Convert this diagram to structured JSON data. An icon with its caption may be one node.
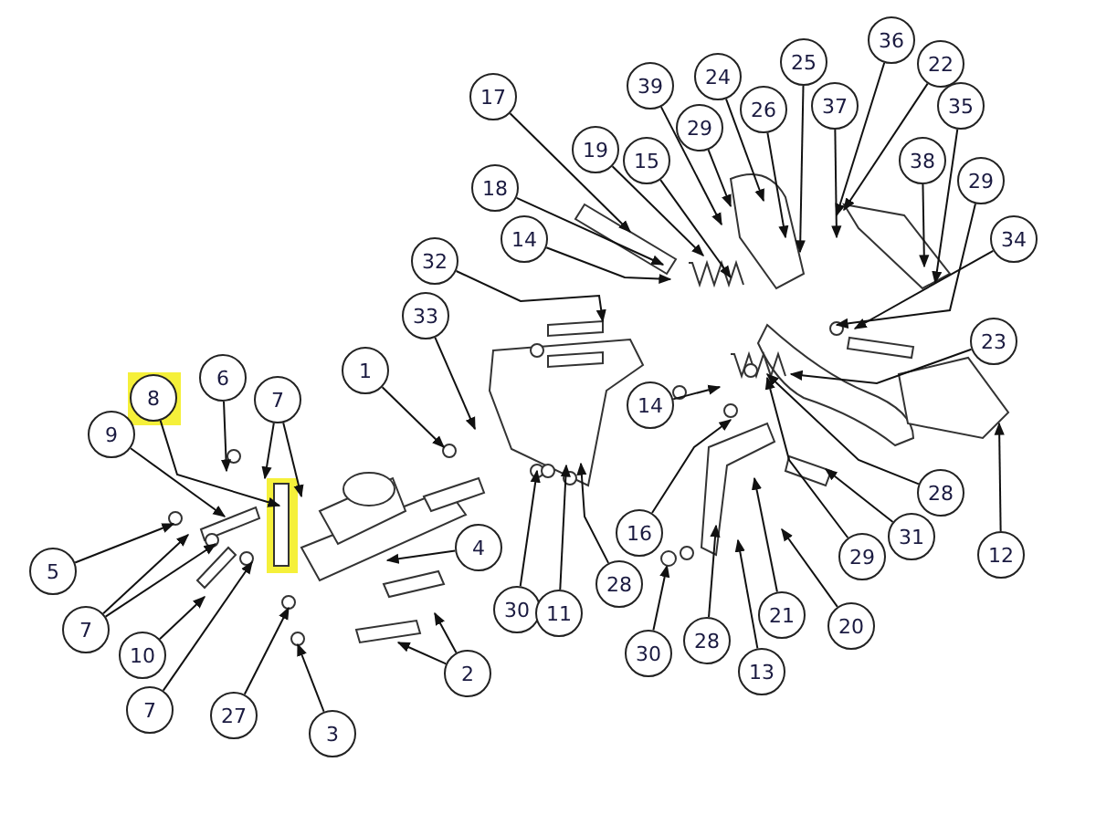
{
  "diagram": {
    "nodes": [
      {
        "text": [
          "17"
        ]
      },
      {
        "text": [
          "39"
        ]
      },
      {
        "text": [
          "24"
        ]
      },
      {
        "text": [
          "25"
        ]
      },
      {
        "text": [
          "36"
        ]
      },
      {
        "text": [
          "22"
        ]
      },
      {
        "text": [
          "35"
        ]
      },
      {
        "text": [
          "29"
        ]
      },
      {
        "text": [
          "26"
        ]
      },
      {
        "text": [
          "37"
        ]
      },
      {
        "text": [
          "19"
        ]
      },
      {
        "text": [
          "15"
        ]
      },
      {
        "text": [
          "38"
        ]
      },
      {
        "text": [
          "29"
        ]
      },
      {
        "text": [
          "18"
        ]
      },
      {
        "text": [
          "34"
        ]
      },
      {
        "text": [
          "14"
        ]
      },
      {
        "text": [
          "32"
        ]
      },
      {
        "text": [
          "23"
        ]
      },
      {
        "text": [
          "33"
        ]
      },
      {
        "text": [
          "1"
        ]
      },
      {
        "text": [
          "6"
        ]
      },
      {
        "text": [
          "8"
        ]
      },
      {
        "text": [
          "7"
        ]
      },
      {
        "text": [
          "9"
        ]
      },
      {
        "text": [
          "14"
        ]
      },
      {
        "text": [
          "28"
        ]
      },
      {
        "text": [
          "4"
        ]
      },
      {
        "text": [
          "16"
        ]
      },
      {
        "text": [
          "31"
        ]
      },
      {
        "text": [
          "12"
        ]
      },
      {
        "text": [
          "29"
        ]
      },
      {
        "text": [
          "5"
        ]
      },
      {
        "text": [
          "30"
        ]
      },
      {
        "text": [
          "11"
        ]
      },
      {
        "text": [
          "28"
        ]
      },
      {
        "text": [
          "7"
        ]
      },
      {
        "text": [
          "21"
        ]
      },
      {
        "text": [
          "10"
        ]
      },
      {
        "text": [
          "20"
        ]
      },
      {
        "text": [
          "30"
        ]
      },
      {
        "text": [
          "28"
        ]
      },
      {
        "text": [
          "13"
        ]
      },
      {
        "text": [
          "2"
        ]
      },
      {
        "text": [
          "7"
        ]
      },
      {
        "text": [
          "27"
        ]
      },
      {
        "text": [
          "3"
        ]
      },
      {
        "text": [],
        "shape": "circle"
      }
    ],
    "edges": [
      {
        "from": 0,
        "to": null,
        "arrow": "to"
      },
      {
        "from": 1,
        "to": null,
        "arrow": "to"
      },
      {
        "from": 2,
        "to": null,
        "arrow": "to"
      },
      {
        "from": 3,
        "to": null,
        "arrow": "to"
      },
      {
        "from": 4,
        "to": null,
        "arrow": "to"
      },
      {
        "from": 5,
        "to": null,
        "arrow": "to"
      },
      {
        "from": 6,
        "to": null,
        "arrow": "to"
      },
      {
        "from": 7,
        "to": null,
        "arrow": "to"
      },
      {
        "from": 8,
        "to": null,
        "arrow": "to"
      },
      {
        "from": 9,
        "to": null,
        "arrow": "to"
      },
      {
        "from": 10,
        "to": null,
        "arrow": "to"
      },
      {
        "from": 11,
        "to": null,
        "arrow": "to"
      },
      {
        "from": 12,
        "to": null,
        "arrow": "to"
      },
      {
        "from": 13,
        "to": null,
        "arrow": "to"
      },
      {
        "from": 14,
        "to": null,
        "arrow": "to"
      },
      {
        "from": 15,
        "to": null,
        "arrow": "to"
      },
      {
        "from": 16,
        "to": null,
        "arrow": "to"
      },
      {
        "from": 17,
        "to": null,
        "arrow": "to"
      },
      {
        "from": 18,
        "to": null,
        "arrow": "to"
      },
      {
        "from": 19,
        "to": null,
        "arrow": "to"
      },
      {
        "from": 20,
        "to": null,
        "arrow": "to"
      },
      {
        "from": 21,
        "to": null,
        "arrow": "to"
      },
      {
        "from": 22,
        "to": null,
        "arrow": "to"
      },
      {
        "from": 23,
        "to": null,
        "arrow": "to"
      },
      {
        "from": 23,
        "to": null,
        "arrow": "to"
      },
      {
        "from": 24,
        "to": null,
        "arrow": "to"
      },
      {
        "from": 25,
        "to": null,
        "arrow": "to"
      },
      {
        "from": 26,
        "to": null,
        "arrow": "to"
      },
      {
        "from": 27,
        "to": null,
        "arrow": "to"
      },
      {
        "from": 28,
        "to": null,
        "arrow": "to"
      },
      {
        "from": 29,
        "to": null,
        "arrow": "to"
      },
      {
        "from": 30,
        "to": null,
        "arrow": "to"
      },
      {
        "from": 31,
        "to": null,
        "arrow": "to"
      },
      {
        "from": 32,
        "to": null,
        "arrow": "to"
      },
      {
        "from": 33,
        "to": null,
        "arrow": "to"
      },
      {
        "from": 34,
        "to": null,
        "arrow": "to"
      },
      {
        "from": 35,
        "to": null,
        "arrow": "to"
      },
      {
        "from": 36,
        "to": null,
        "arrow": "to"
      },
      {
        "from": 36,
        "to": null,
        "arrow": "to"
      },
      {
        "from": 37,
        "to": null,
        "arrow": "to"
      },
      {
        "from": 38,
        "to": null,
        "arrow": "to"
      },
      {
        "from": 39,
        "to": null,
        "arrow": "to"
      },
      {
        "from": 40,
        "to": 47,
        "arrow": "to"
      },
      {
        "from": 41,
        "to": null,
        "arrow": "to"
      },
      {
        "from": 42,
        "to": null,
        "arrow": "to"
      },
      {
        "from": 43,
        "to": null,
        "arrow": "to"
      },
      {
        "from": 43,
        "to": null,
        "arrow": "to"
      },
      {
        "from": 44,
        "to": null,
        "arrow": "to"
      },
      {
        "from": 45,
        "to": null,
        "arrow": "to"
      },
      {
        "from": 46,
        "to": null,
        "arrow": "to"
      }
    ]
  }
}
